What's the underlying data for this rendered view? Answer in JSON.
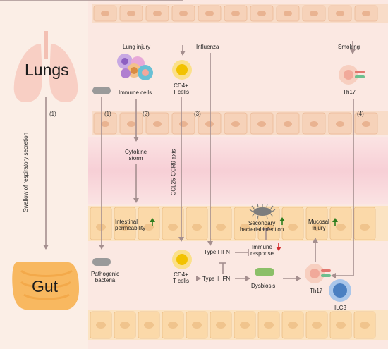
{
  "organs": {
    "lungs": "Lungs",
    "gut": "Gut"
  },
  "left_path": {
    "label": "Swallow of respiratory secretion",
    "step": "(1)"
  },
  "col1": {
    "step": "(1)",
    "pathogenic_bacteria": [
      "Pathogenic",
      "bacteria"
    ]
  },
  "col2": {
    "lung_injury": "Lung injury",
    "immune_cells": "Immune cells",
    "step": "(2)",
    "cytokine_storm": [
      "Cytokine",
      "storm"
    ],
    "intestinal_permeability": [
      "Intestinal",
      "permeability"
    ]
  },
  "col3": {
    "cd4_top": [
      "CD4+",
      "T cells"
    ],
    "step": "(3)",
    "axis": "CCL25-CCR9 axis",
    "cd4_bottom": [
      "CD4+",
      "T cells"
    ]
  },
  "col4": {
    "influenza": "Influenza",
    "type1_ifn": "Type I IFN",
    "type2_ifn": "Type II IFN",
    "immune_response": [
      "Immune",
      "response"
    ],
    "secondary_infection": [
      "Secondary",
      "bacterial infection"
    ],
    "dysbiosis": "Dysbiosis"
  },
  "col5": {
    "smoking": "Smoking",
    "th17_top": "Th17",
    "step": "(4)",
    "mucosal_injury": [
      "Mucosal",
      "injury"
    ],
    "th17_bottom": "Th17",
    "ilc3": "ILC3"
  },
  "colors": {
    "arrow": "#a58f8f",
    "up_arrow": "#2e7d1e",
    "down_arrow": "#d32f2f",
    "cd4": "#f2c200",
    "ilc3": "#4a7fc1",
    "bacteria": "#9a9a9a",
    "dysbiosis": "#8bbf68"
  }
}
